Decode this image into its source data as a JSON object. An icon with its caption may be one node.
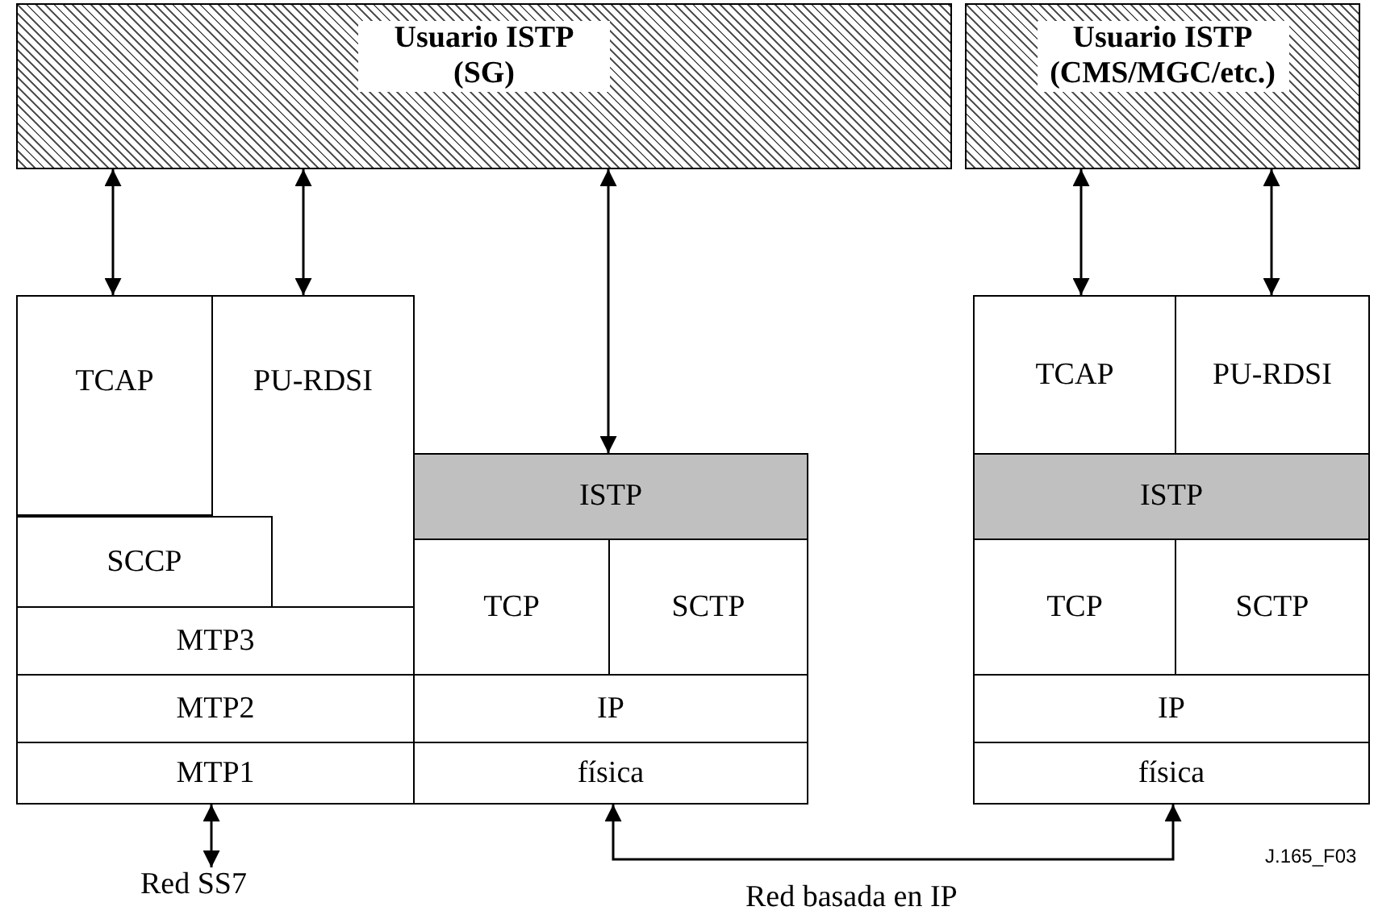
{
  "diagram": {
    "nodes": [
      {
        "text": [
          "Usuario ISTP (SG)"
        ]
      },
      {
        "text": [
          "Usuario ISTP (CMS/MGC/etc.)"
        ]
      },
      {
        "text": [
          "TCAP"
        ]
      },
      {
        "text": [
          "PU-RDSI"
        ]
      },
      {
        "text": [
          "SCCP"
        ]
      },
      {
        "text": [
          "MTP3"
        ]
      },
      {
        "text": [
          "MTP2"
        ]
      },
      {
        "text": [
          "MTP1"
        ]
      },
      {
        "text": [
          "ISTP"
        ]
      },
      {
        "text": [
          "TCP"
        ]
      },
      {
        "text": [
          "SCTP"
        ]
      },
      {
        "text": [
          "IP"
        ]
      },
      {
        "text": [
          "física"
        ]
      },
      {
        "text": [
          "TCAP"
        ]
      },
      {
        "text": [
          "PU-RDSI"
        ]
      },
      {
        "text": [
          "ISTP"
        ]
      },
      {
        "text": [
          "TCP"
        ]
      },
      {
        "text": [
          "SCTP"
        ]
      },
      {
        "text": [
          "IP"
        ]
      },
      {
        "text": [
          "física"
        ]
      },
      {
        "text": [
          "Red SS7"
        ]
      }
    ],
    "edges": [
      {
        "from": 0,
        "to": 2,
        "arrow": "both"
      },
      {
        "from": 0,
        "to": 3,
        "arrow": "both"
      },
      {
        "from": 0,
        "to": 8,
        "arrow": "both"
      },
      {
        "from": 1,
        "to": 13,
        "arrow": "both"
      },
      {
        "from": 1,
        "to": 14,
        "arrow": "both"
      },
      {
        "from": 7,
        "to": 20,
        "arrow": "both"
      },
      {
        "from": 12,
        "to": 19,
        "arrow": "both",
        "label": "Red basada en IP"
      }
    ],
    "labels": [
      "J.165_F03"
    ]
  }
}
